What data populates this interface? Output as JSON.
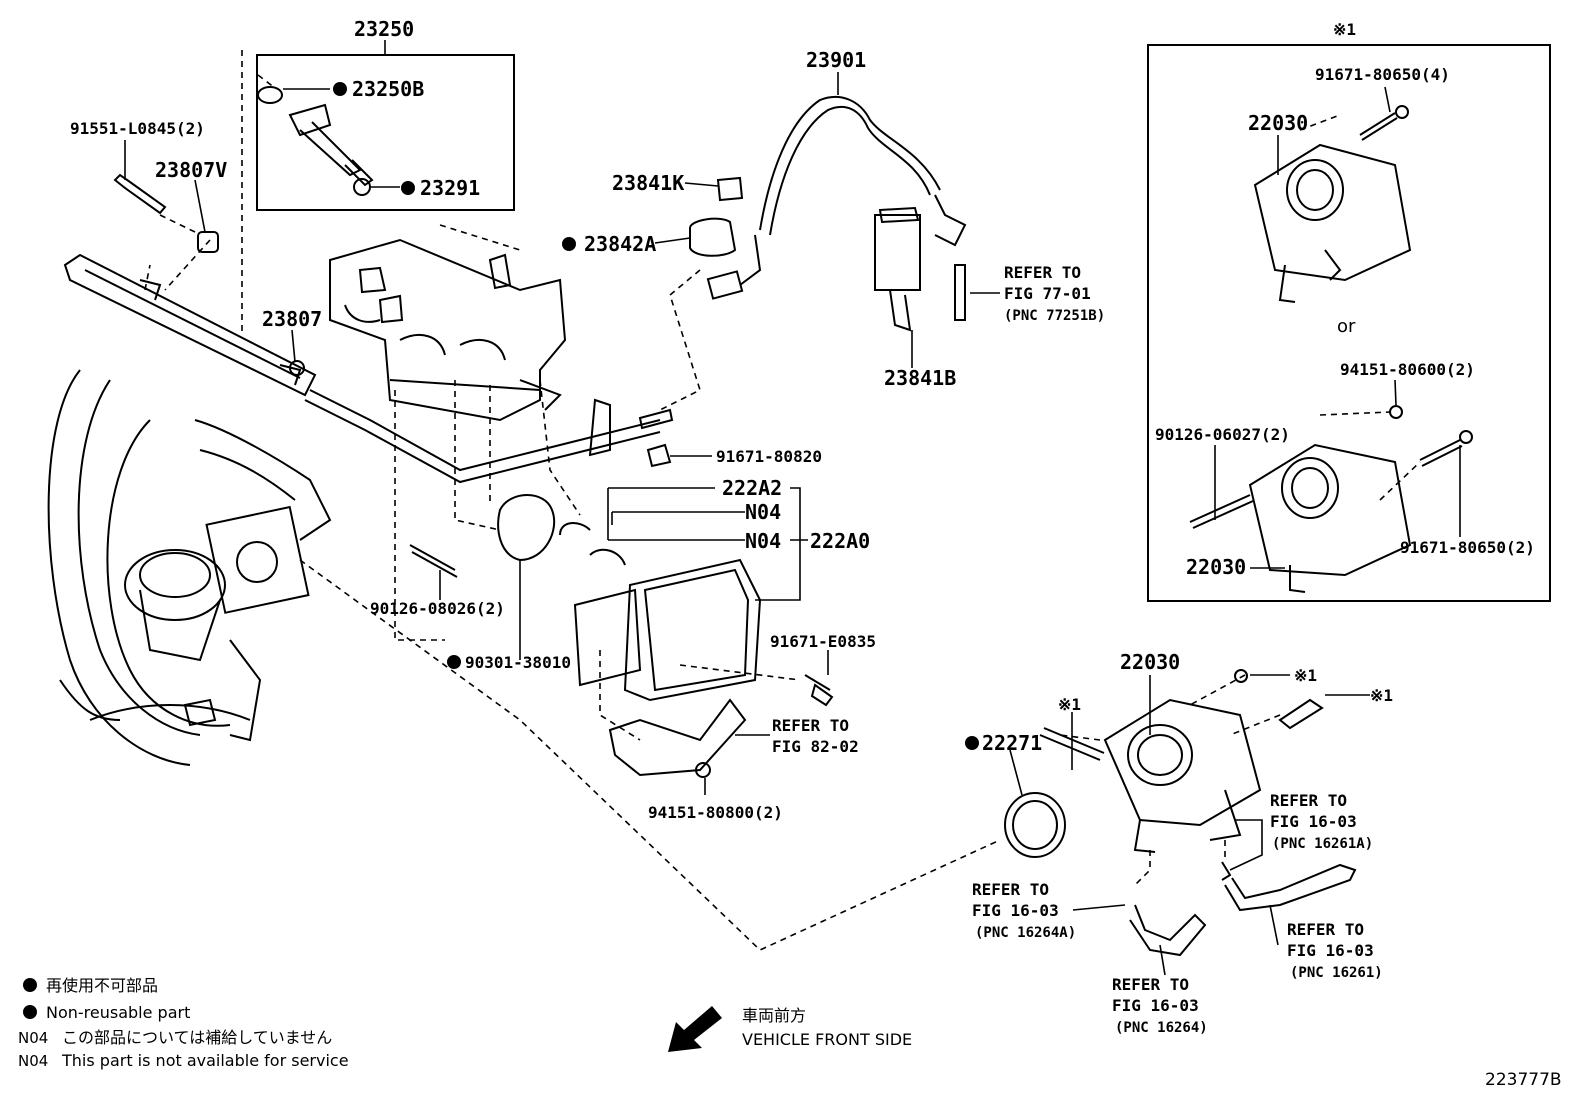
{
  "callouts": {
    "p23250": "23250",
    "p23250B": "23250B",
    "p23291": "23291",
    "p91551": "91551-L0845(2)",
    "p23807V": "23807V",
    "p23807": "23807",
    "p23901": "23901",
    "p23841K": "23841K",
    "p23842A": "23842A",
    "p23841B": "23841B",
    "refer_77_01": [
      "REFER TO",
      "FIG 77-01",
      "(PNC 77251B)"
    ],
    "p91671_80820": "91671-80820",
    "p222A2": "222A2",
    "n04_a": "N04",
    "n04_b": "N04",
    "p222A0": "222A0",
    "p90126_08026": "90126-08026(2)",
    "p90301_38010": "90301-38010",
    "p91671_E0835": "91671-E0835",
    "refer_82_02": [
      "REFER TO",
      "FIG 82-02"
    ],
    "p94151_80800": "94151-80800(2)",
    "p22030_main": "22030",
    "mark_1a": "※1",
    "mark_1b": "※1",
    "mark_1c": "※1",
    "p22271": "22271",
    "refer_16264A": [
      "REFER TO",
      "FIG 16-03",
      "(PNC 16264A)"
    ],
    "refer_16261A": [
      "REFER TO",
      "FIG 16-03",
      "(PNC 16261A)"
    ],
    "refer_16261": [
      "REFER TO",
      "FIG 16-03",
      "(PNC 16261)"
    ],
    "refer_16264": [
      "REFER TO",
      "FIG 16-03",
      "(PNC 16264)"
    ]
  },
  "inset": {
    "mark": "※1",
    "p91671_80650_4": "91671-80650(4)",
    "p22030_top": "22030",
    "or": "or",
    "p94151_80600": "94151-80600(2)",
    "p90126_06027": "90126-06027(2)",
    "p91671_80650_2": "91671-80650(2)",
    "p22030_bottom": "22030"
  },
  "legend": {
    "jp_nonreusable": "再使用不可部品",
    "en_nonreusable": "Non-reusable part",
    "n04_code": "N04",
    "jp_not_available": "この部品については補給していません",
    "en_not_available": "This part is not available for service"
  },
  "orientation": {
    "jp": "車両前方",
    "en": "VEHICLE FRONT SIDE"
  },
  "figure_id": "223777B"
}
